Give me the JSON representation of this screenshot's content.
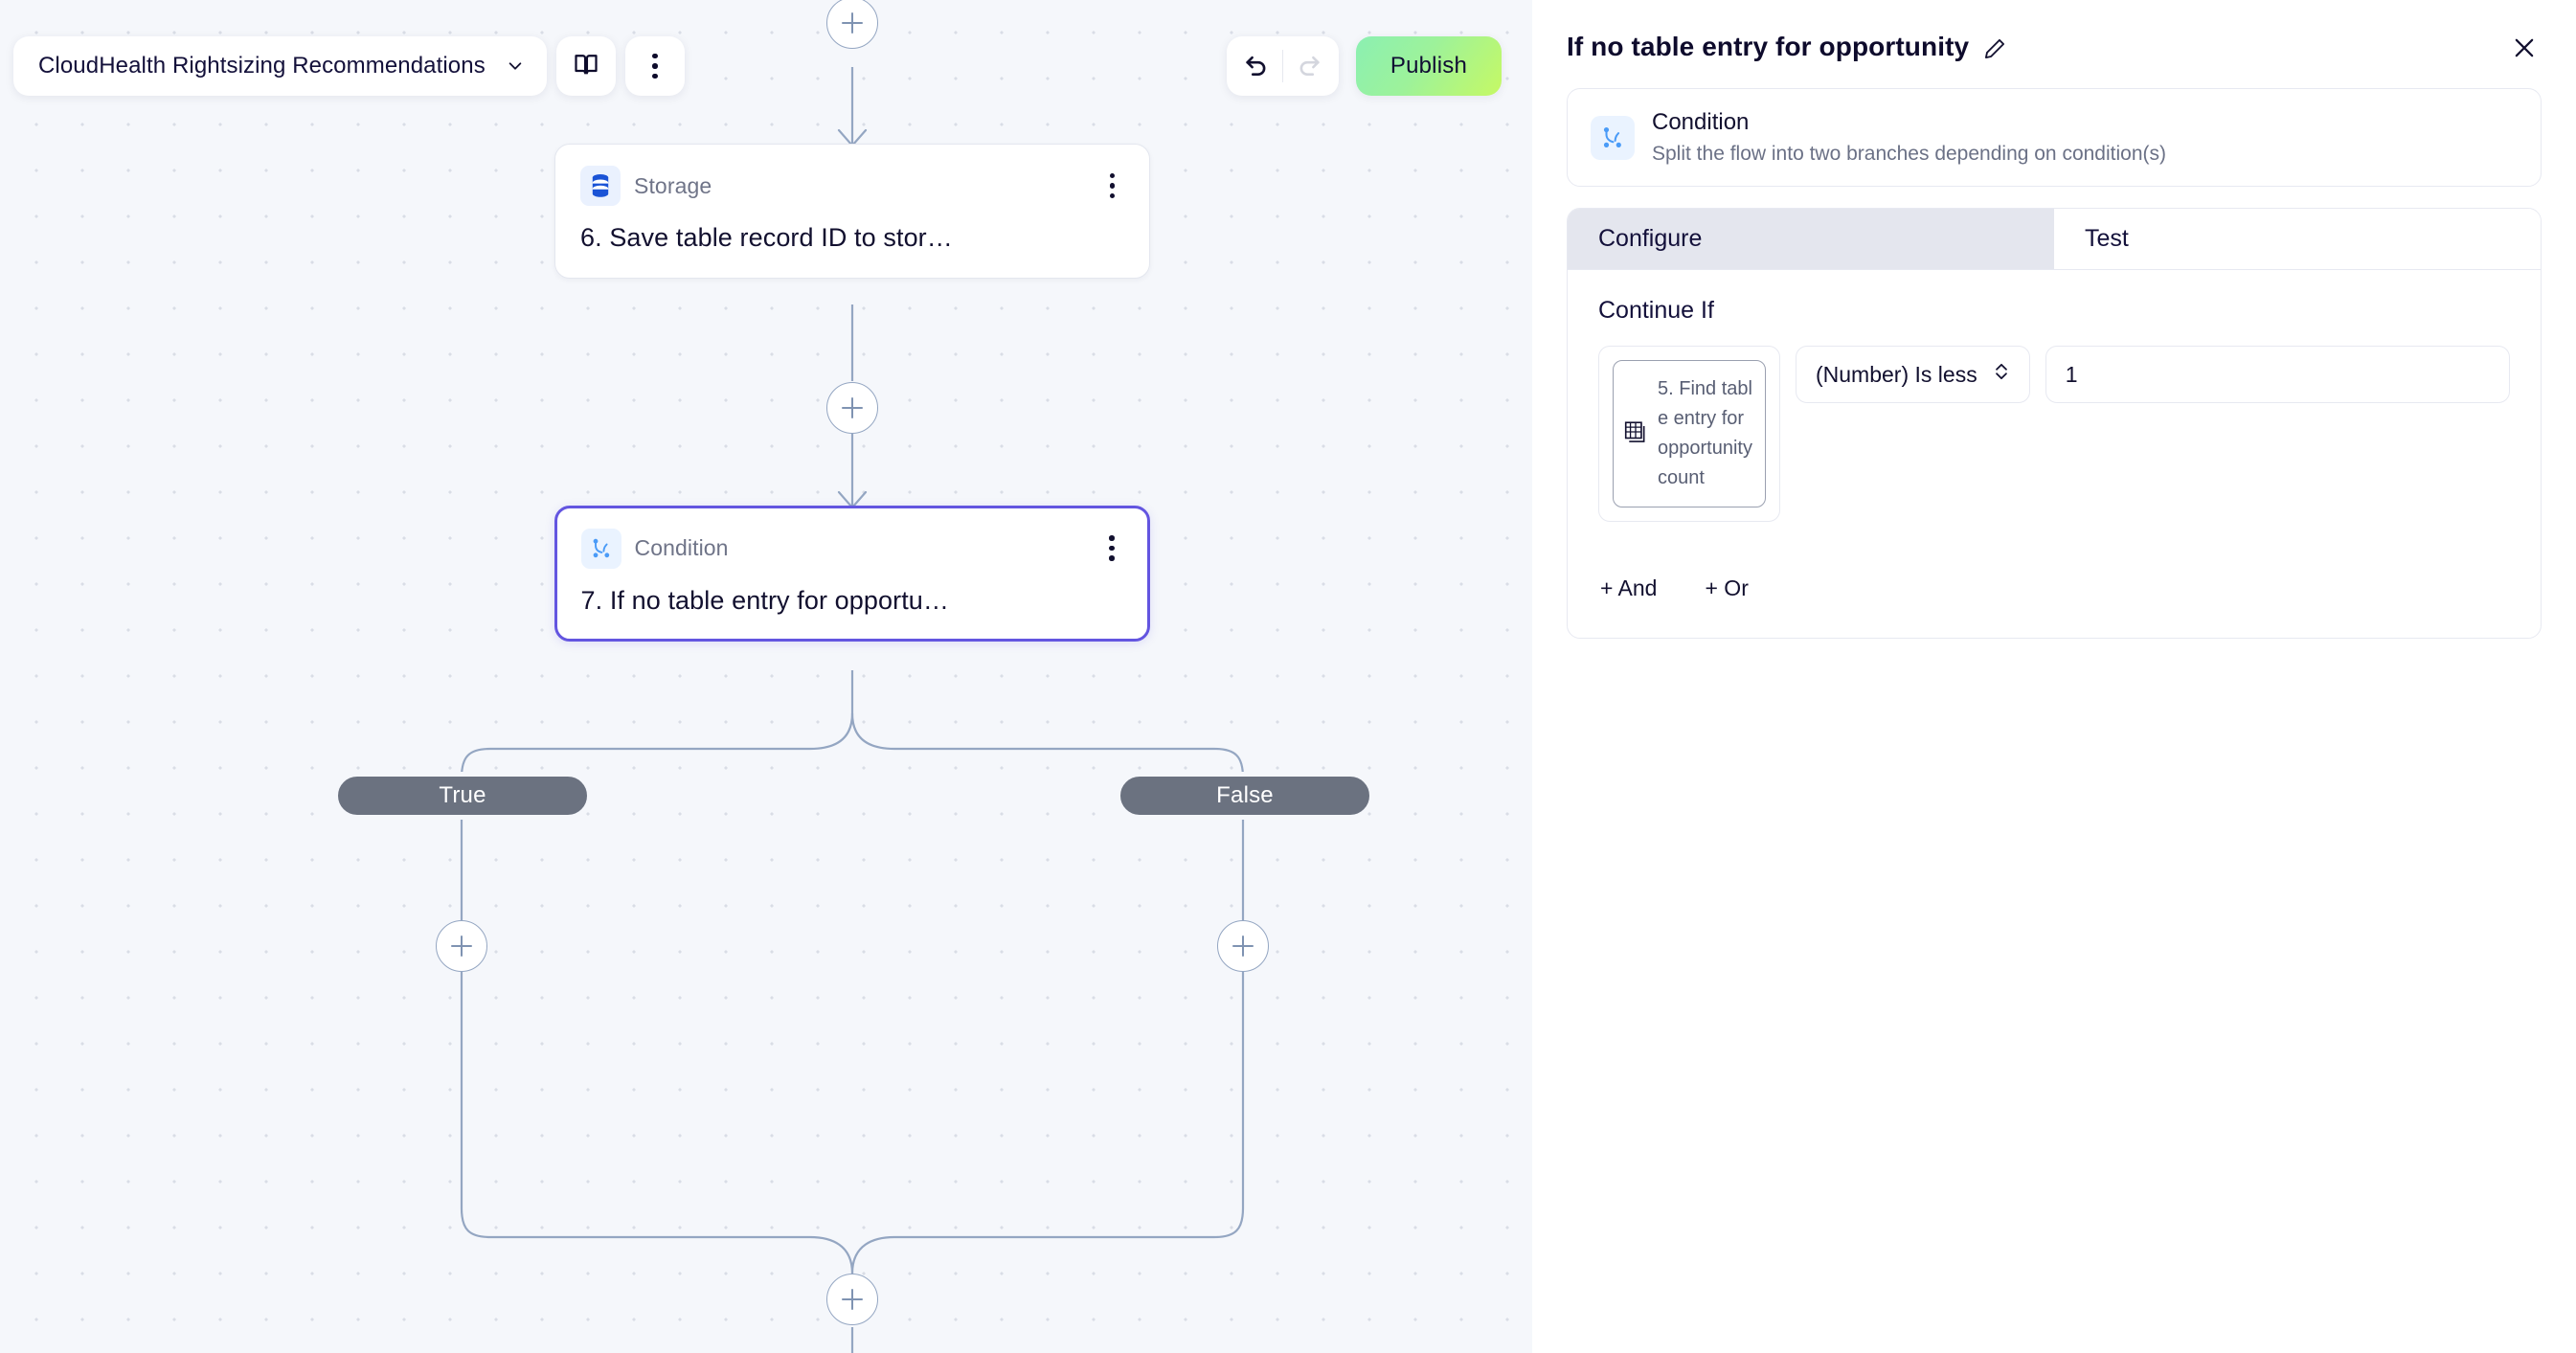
{
  "canvas": {
    "toolbar": {
      "flow_name": "CloudHealth Rightsizing Recommendations",
      "chevron_icon": "chevron-down-icon",
      "docs_icon": "book-icon",
      "more_icon": "more-vertical-icon",
      "undo_icon": "undo-arrow-icon",
      "redo_icon": "redo-arrow-icon",
      "publish_label": "Publish"
    },
    "nodes": [
      {
        "kind": "Storage",
        "icon": "database-icon",
        "title": "6. Save table record ID to stor…",
        "menu_icon": "more-vertical-icon",
        "selected": false
      },
      {
        "kind": "Condition",
        "icon": "branch-condition-icon",
        "title": "7. If no table entry for opportu…",
        "menu_icon": "more-vertical-icon",
        "selected": true
      }
    ],
    "branches": [
      {
        "label": "True"
      },
      {
        "label": "False"
      }
    ],
    "add_buttons": [
      {
        "name": "add-step-top"
      },
      {
        "name": "add-step-between"
      },
      {
        "name": "add-step-true-branch"
      },
      {
        "name": "add-step-false-branch"
      },
      {
        "name": "add-step-after-merge"
      }
    ],
    "colors": {
      "background": "#f5f7fb",
      "grid_dot": "#d9dde6",
      "edge": "#94a6c2",
      "selected_border": "#6355e0",
      "branch_pill": "#6b7280"
    }
  },
  "panel": {
    "title": "If no table entry for opportunity",
    "edit_icon": "pencil-icon",
    "close_icon": "close-icon",
    "info": {
      "icon": "branch-condition-icon",
      "name": "Condition",
      "description": "Split the flow into two branches depending on condition(s)"
    },
    "tabs": [
      {
        "label": "Configure",
        "active": true
      },
      {
        "label": "Test",
        "active": false
      }
    ],
    "configure": {
      "section_label": "Continue If",
      "variable": {
        "icon": "table-icon",
        "text": "5. Find table entry for opportunity count"
      },
      "operator": {
        "value": "(Number) Is less",
        "chevron_icon": "chevron-updown-icon"
      },
      "value": "1",
      "and_label": "+ And",
      "or_label": "+ Or"
    }
  }
}
